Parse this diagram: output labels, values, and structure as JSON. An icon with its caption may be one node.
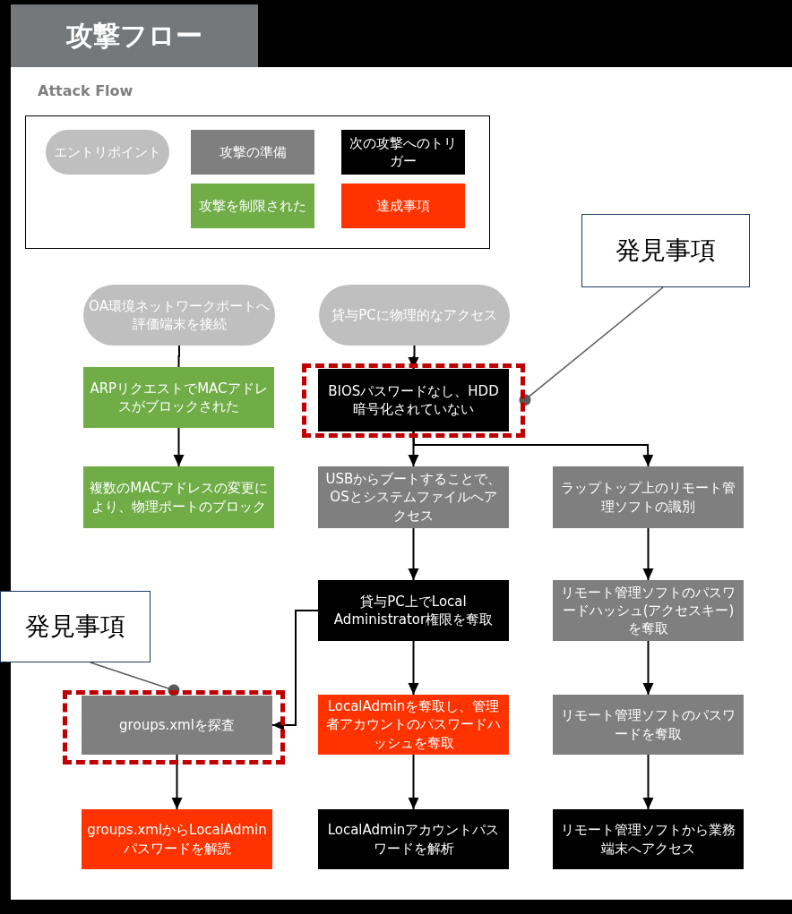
{
  "diagram": {
    "title": "攻撃フロー",
    "nodes": [
      {
        "text": [
          "OA環境ネットワークポートへ評価端末を接続"
        ]
      },
      {
        "text": [
          "ARPリクエストでMACアドレスがブロックされた"
        ]
      },
      {
        "text": [
          "複数のMACアドレスの変更により、物理ポートのブロック"
        ]
      },
      {
        "text": [
          "貸与PCに物理的なアクセス"
        ]
      },
      {
        "text": [],
        "shape": "box"
      },
      {
        "text": [
          "BIOSパスワードなし、HDD暗号化されていない"
        ],
        "in": 4
      },
      {
        "text": [
          "USBからブートすることで、OSとシステムファイルへアクセス"
        ]
      },
      {
        "text": [
          "ラップトップ上のリモート管理ソフトの識別"
        ]
      },
      {
        "text": [
          "貸与PC上でLocal Administrator権限を奪取"
        ]
      },
      {
        "text": [
          "リモート管理ソフトのパスワードハッシュ(アクセスキー)を奪取"
        ]
      },
      {
        "text": [],
        "shape": "box"
      },
      {
        "text": [
          "groups.xmlを探査"
        ],
        "in": 10
      },
      {
        "text": [
          "LocalAdminを奪取し、管理者アカウントのパスワードハッシュを奪取"
        ]
      },
      {
        "text": [
          "リモート管理ソフトのパスワードを奪取"
        ]
      },
      {
        "text": [
          "groups.xmlからLocalAdminパスワードを解読"
        ]
      },
      {
        "text": [
          "LocalAdminアカウントパスワードを解析"
        ]
      },
      {
        "text": [
          "リモート管理ソフトから業務端末へアクセス"
        ]
      },
      {
        "text": [
          "発見事項"
        ]
      },
      {
        "text": [
          "発見事項"
        ]
      }
    ],
    "edges": [
      {
        "from": 0,
        "to": 1,
        "arrow": "none"
      },
      {
        "from": 1,
        "to": 2,
        "arrow": "to"
      },
      {
        "from": 3,
        "to": 5,
        "arrow": "to"
      },
      {
        "from": 5,
        "to": 6,
        "arrow": "to"
      },
      {
        "from": 5,
        "to": 7,
        "arrow": "to"
      },
      {
        "from": 6,
        "to": 8,
        "arrow": "to"
      },
      {
        "from": 7,
        "to": 9,
        "arrow": "to"
      },
      {
        "from": 8,
        "to": 11,
        "arrow": "to"
      },
      {
        "from": 8,
        "to": 12,
        "arrow": "to"
      },
      {
        "from": 9,
        "to": 13,
        "arrow": "to"
      },
      {
        "from": 11,
        "to": 14,
        "arrow": "to"
      },
      {
        "from": 12,
        "to": 15,
        "arrow": "to"
      },
      {
        "from": 13,
        "to": 16,
        "arrow": "to"
      },
      {
        "from": 17,
        "to": 4,
        "arrow": "other",
        "color": "#595959"
      },
      {
        "from": 18,
        "to": 10,
        "arrow": "other",
        "color": "#595959"
      }
    ],
    "labels": [
      "Attack Flow"
    ],
    "legend": [
      {
        "text": "エントリポイント",
        "color": "#bfbfbf"
      },
      {
        "text": "攻撃の準備",
        "color": "#7f7f7f"
      },
      {
        "text": "次の攻撃へのトリガー",
        "color": "#000000"
      },
      {
        "text": "攻撃を制限された",
        "color": "#70ad47"
      },
      {
        "text": "達成事項",
        "color": "#ff3300"
      }
    ]
  }
}
